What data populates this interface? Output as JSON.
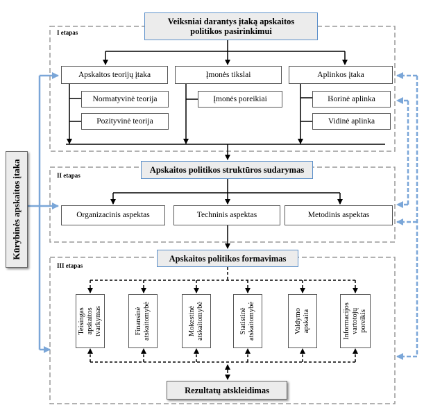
{
  "title": "Veiksniai darantys įtaką apskaitos politikos pasirinkimui",
  "side_label": "Kūrybinės apskaitos įtaka",
  "stages": {
    "stage1": "I etapas",
    "stage2": "II etapas",
    "stage3": "III etapas"
  },
  "stage1_groups": {
    "group1": {
      "header": "Apskaitos teorijų įtaka",
      "items": [
        "Normatyvinė teorija",
        "Pozityvinė teorija"
      ]
    },
    "group2": {
      "header": "Įmonės tikslai",
      "items": [
        "Įmonės poreikiai"
      ]
    },
    "group3": {
      "header": "Aplinkos įtaka",
      "items": [
        "Išorinė aplinka",
        "Vidinė aplinka"
      ]
    }
  },
  "stage2_title": "Apskaitos politikos struktūros sudarymas",
  "stage2_aspects": [
    "Organizacinis aspektas",
    "Techninis aspektas",
    "Metodinis aspektas"
  ],
  "stage3_title": "Apskaitos politikos formavimas",
  "stage3_items": [
    "Teisingas apskaitos tvarkymas",
    "Finansinė atskaitomybė",
    "Mokestinė atskaitomybė",
    "Statistinė atskaitomybė",
    "Valdymo apskaita",
    "Informacijos vartotojų poreikis"
  ],
  "result": "Rezultatų atskleidimas"
}
